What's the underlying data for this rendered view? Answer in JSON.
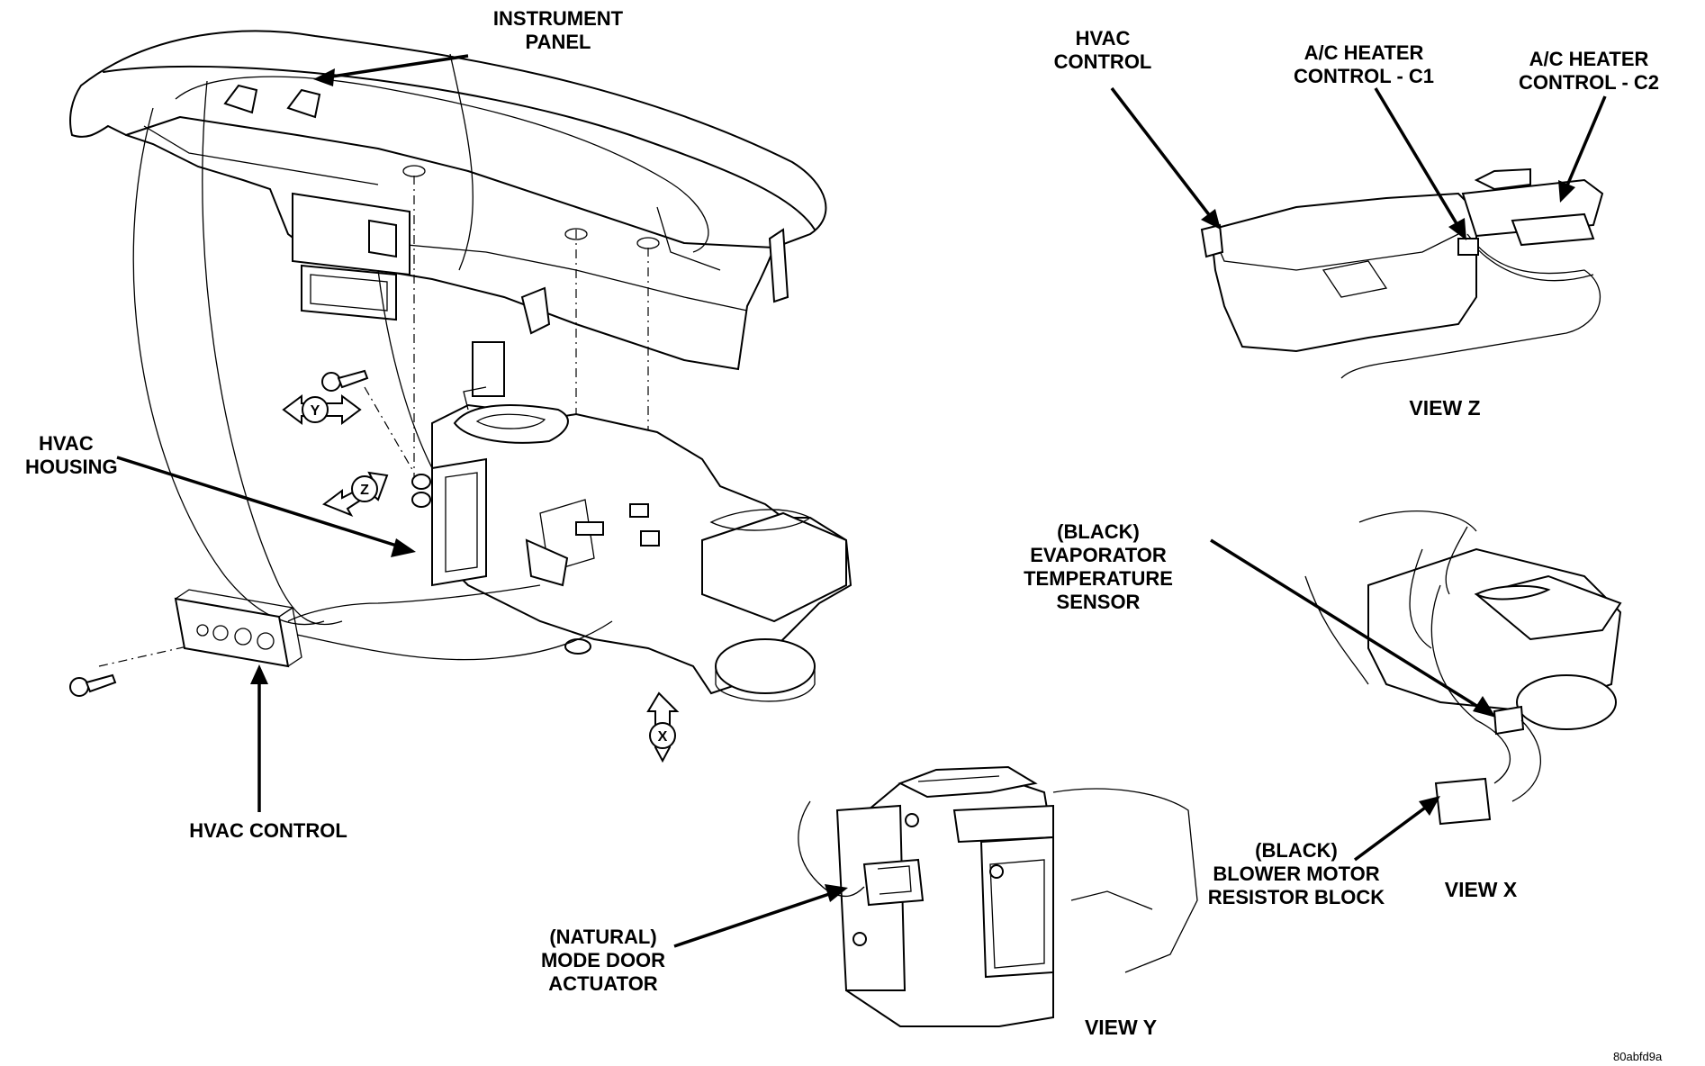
{
  "labels": {
    "instrument_panel": [
      "INSTRUMENT",
      "PANEL"
    ],
    "hvac_housing": [
      "HVAC",
      "HOUSING"
    ],
    "hvac_control_main": "HVAC CONTROL",
    "hvac_control_z": [
      "HVAC",
      "CONTROL"
    ],
    "ac_heater_c1": [
      "A/C HEATER",
      "CONTROL - C1"
    ],
    "ac_heater_c2": [
      "A/C HEATER",
      "CONTROL - C2"
    ],
    "evap_sensor": [
      "(BLACK)",
      "EVAPORATOR",
      "TEMPERATURE",
      "SENSOR"
    ],
    "blower_resistor": [
      "(BLACK)",
      "BLOWER MOTOR",
      "RESISTOR BLOCK"
    ],
    "mode_door": [
      "(NATURAL)",
      "MODE DOOR",
      "ACTUATOR"
    ]
  },
  "views": {
    "z": "VIEW Z",
    "x": "VIEW X",
    "y": "VIEW Y"
  },
  "view_markers": {
    "y": "Y",
    "z": "Z",
    "x": "X"
  },
  "figure_code": "80abfd9a"
}
